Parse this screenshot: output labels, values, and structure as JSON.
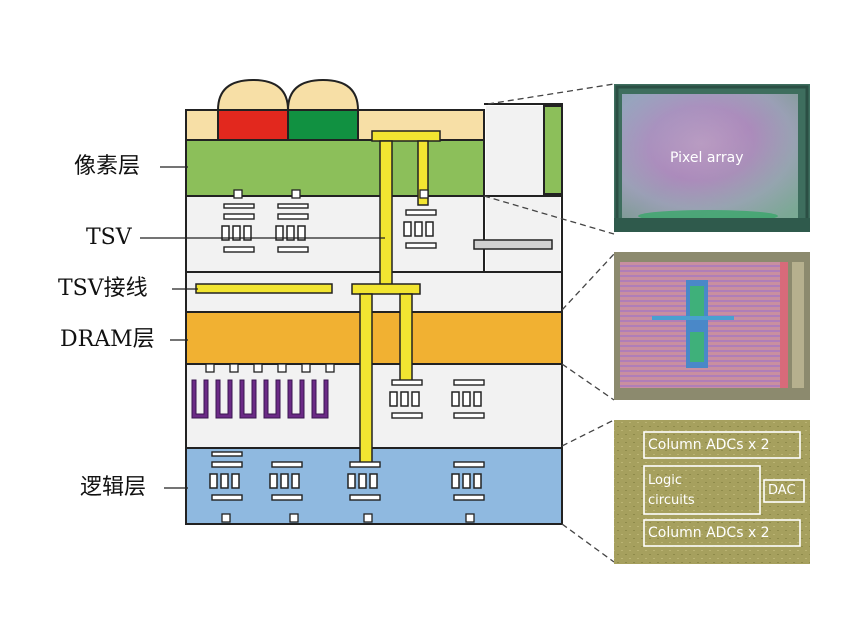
{
  "labels": {
    "pixel_layer": "像素层",
    "tsv": "TSV",
    "tsv_wiring": "TSV接线",
    "dram_layer": "DRAM层",
    "logic_layer": "逻辑层"
  },
  "photos": {
    "pixel_array": "Pixel array",
    "column_adcs_top": "Column ADCs x 2",
    "logic_circuits_line1": "Logic",
    "logic_circuits_line2": "circuits",
    "dac": "DAC",
    "column_adcs_bottom": "Column ADCs x 2"
  },
  "colors": {
    "pixel_layer": "#8cbf5a",
    "dram_layer": "#f1b132",
    "logic_layer": "#8fb9e0",
    "tsv": "#f2e531",
    "red_filter": "#e2281e",
    "green_filter": "#119141",
    "microlens": "#f7dfa6",
    "capacitor": "#6b2a86"
  }
}
